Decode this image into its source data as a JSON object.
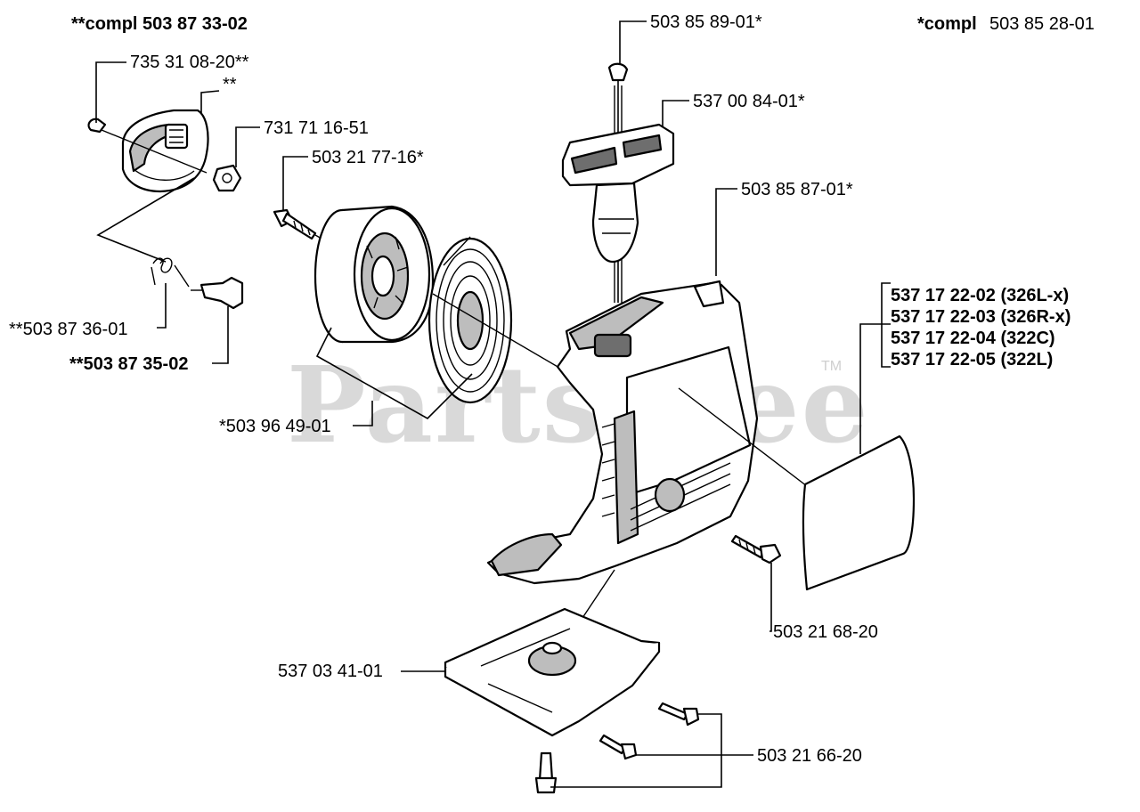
{
  "watermark": {
    "text": "PartsTree",
    "tm": "TM"
  },
  "header": {
    "left": "**compl 503 87 33-02",
    "right_prefix": "*compl",
    "right_number": "503 85 28-01"
  },
  "labels": {
    "p_735_31_08": "735 31 08-20**",
    "p_star2": "**",
    "p_731_71_16": "731 71 16-51",
    "p_503_21_77": "503 21 77-16*",
    "p_503_87_36": "**503 87 36-01",
    "p_503_87_35": "**503 87 35-02",
    "p_503_96_49": "*503 96 49-01",
    "p_503_85_89": "503 85 89-01*",
    "p_537_00_84": "537 00 84-01*",
    "p_503_85_87": "503 85 87-01*",
    "p_503_21_68": "503 21 68-20",
    "p_537_03_41": "537 03 41-01",
    "p_503_21_66": "503 21 66-20"
  },
  "variants": [
    "537 17 22-02 (326L-x)",
    "537 17 22-03 (326R-x)",
    "537 17 22-04 (322C)",
    "537 17 22-05 (322L)"
  ]
}
